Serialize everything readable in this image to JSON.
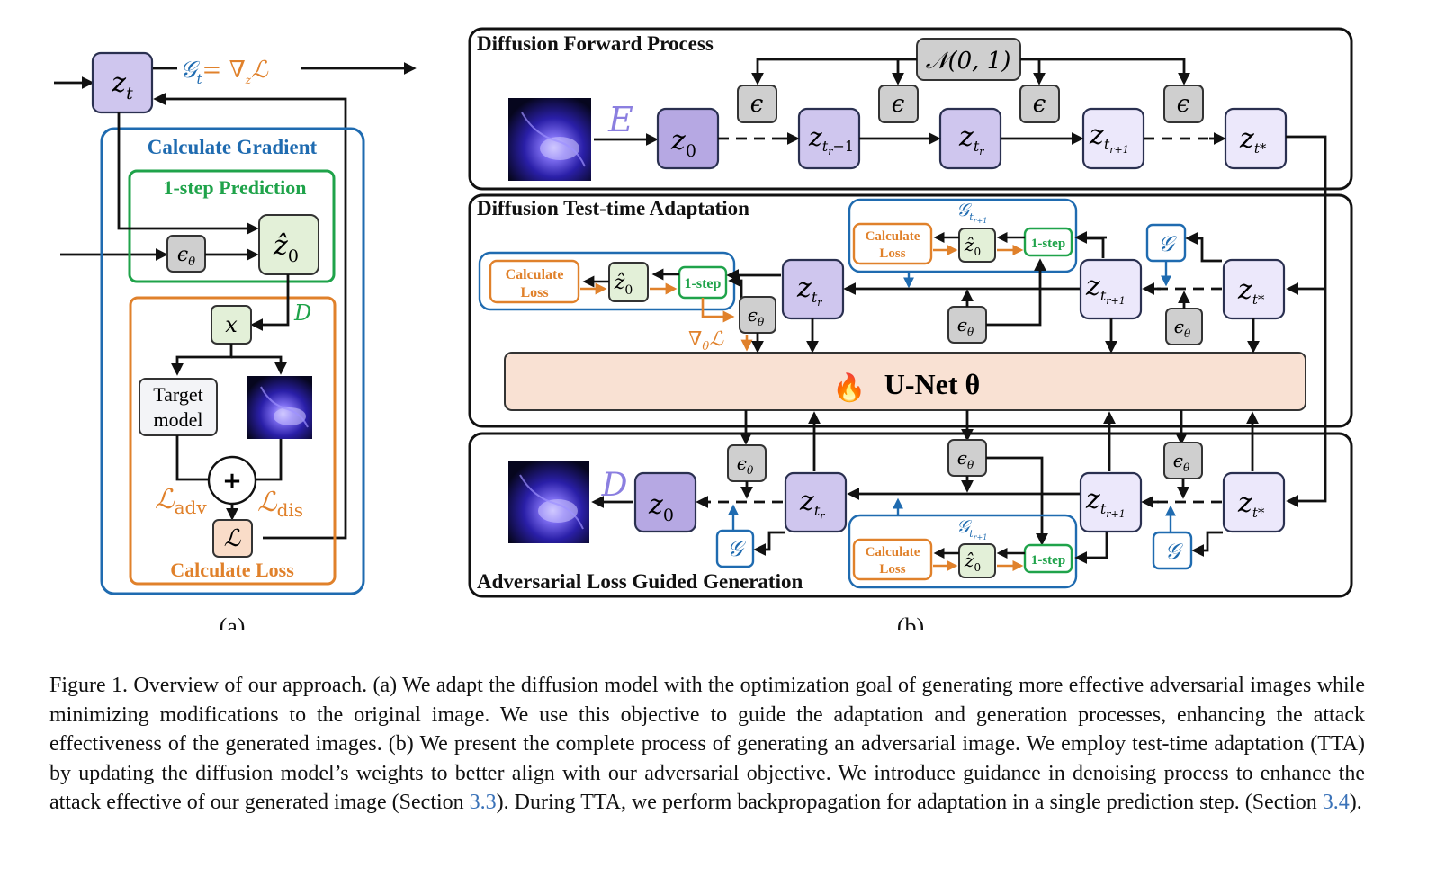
{
  "panel_a": {
    "sublabel": "(a)",
    "z_t": "z",
    "z_t_sub": "t",
    "gradient_eq": "𝒢",
    "gradient_eq_sub": "t",
    "gradient_eq_rest": "= ∇",
    "gradient_eq_sub2": "z",
    "gradient_eq_L": "ℒ",
    "calc_gradient": "Calculate Gradient",
    "one_step_prediction": "1-step Prediction",
    "eps_theta": "ϵ",
    "eps_theta_sub": "θ",
    "z_hat": "ẑ",
    "z_hat_sub": "0",
    "D": "D",
    "x": "x",
    "target_model_line1": "Target",
    "target_model_line2": "model",
    "plus": "+",
    "L_adv": "ℒ",
    "L_adv_sub": "adv",
    "L_dis": "ℒ",
    "L_dis_sub": "dis",
    "L": "ℒ",
    "calc_loss": "Calculate Loss"
  },
  "panel_b": {
    "sublabel": "(b)",
    "forward": {
      "title": "Diffusion Forward Process",
      "noise": "𝒩(0, 1)",
      "eps": "ϵ",
      "E": "E",
      "z0": "z",
      "z0_sub": "0",
      "z_tr_minus_1": "z",
      "z_tr_minus_1_sub": "t",
      "z_tr_minus_1_subsub": "r",
      "z_tr_minus_1_tail": "−1",
      "z_tr": "z",
      "z_tr_sub": "t",
      "z_tr_subsub": "r",
      "z_tr_plus_1": "z",
      "z_tr_plus_1_sub": "t",
      "z_tr_plus_1_subsub": "r+1",
      "z_tstar": "z",
      "z_tstar_sub": "t*"
    },
    "tta": {
      "title": "Diffusion Test-time Adaptation",
      "calc_loss_line1": "Calculate",
      "calc_loss_line2": "Loss",
      "one_step": "1-step",
      "grad_theta_L": "∇",
      "grad_theta_L_sub": "θ",
      "grad_theta_L_tail": "ℒ",
      "G": "𝒢",
      "G_sub": "t",
      "G_subsub": "r+1",
      "unet": "U-Net θ",
      "flame": "🔥"
    },
    "generation": {
      "title": "Adversarial Loss Guided Generation",
      "D": "D"
    }
  },
  "caption": {
    "text_1": "Figure 1. Overview of our approach. (a) We adapt the diffusion model with the optimization goal of generating more effective adversarial images while minimizing modifications to the original image. We use this objective to guide the adaptation and generation processes, enhancing the attack effectiveness of the generated images. (b) We present the complete process of generating an adversarial image. We employ test-time adaptation (TTA) by updating the diffusion model’s weights to better align with our adversarial objective. We introduce guidance in denoising process to enhance the attack effective of our generated image (Section ",
    "ref_1": "3.3",
    "text_2": "). During TTA, we perform backpropagation for adaptation in a single prediction step. (Section ",
    "ref_2": "3.4",
    "text_3": ")."
  },
  "colors": {
    "blue": "#1f6bb0",
    "green": "#1fa34a",
    "orange": "#e0812b",
    "purple": "#cfc6ee",
    "unet": "#f9e1d3"
  }
}
